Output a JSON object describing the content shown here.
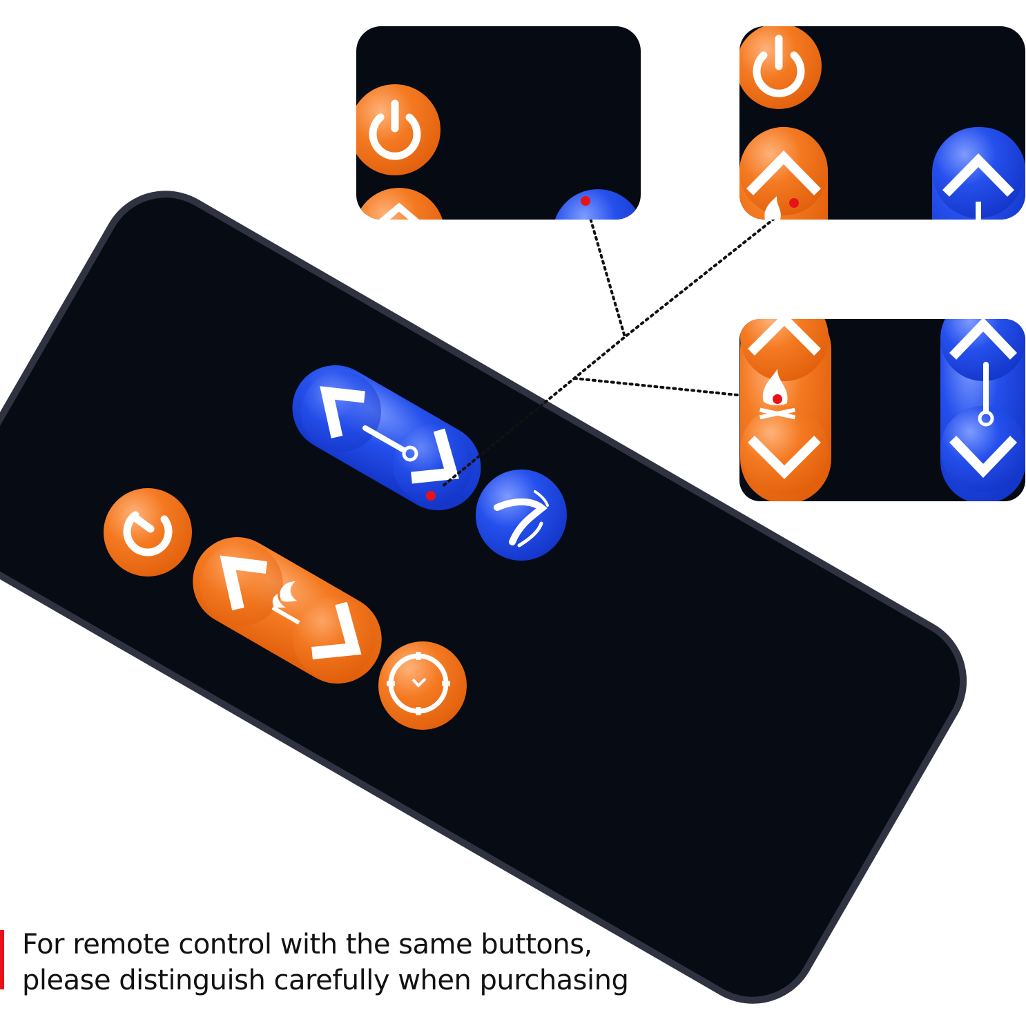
{
  "colors": {
    "remote_body": "#0a0d16",
    "remote_frame": "#2f3240",
    "orange_button": "#f26d12",
    "blue_button": "#1a44e0",
    "glyph": "#ffffff",
    "indicator_dot": "#e8121a",
    "leader_line": "#111111",
    "caption_text": "#111111",
    "caption_bar": "#e8121a"
  },
  "remote": {
    "buttons": [
      {
        "name": "power-button",
        "color": "orange",
        "icon": "power-icon"
      },
      {
        "name": "flame-adjust-pill",
        "color": "orange",
        "icon": "flame-icon"
      },
      {
        "name": "flame-left-arrow",
        "color": "orange",
        "icon": "chevron-left-icon"
      },
      {
        "name": "flame-right-arrow",
        "color": "orange",
        "icon": "chevron-right-icon"
      },
      {
        "name": "timer-button",
        "color": "orange",
        "icon": "timer-icon"
      },
      {
        "name": "heat-adjust-pill",
        "color": "blue",
        "icon": "thermometer-icon"
      },
      {
        "name": "heat-left-arrow",
        "color": "blue",
        "icon": "chevron-left-icon"
      },
      {
        "name": "heat-right-arrow",
        "color": "blue",
        "icon": "chevron-right-icon"
      },
      {
        "name": "fan-heat-button",
        "color": "blue",
        "icon": "fan-heat-icon"
      }
    ]
  },
  "zoom_panels": [
    {
      "name": "zoom-panel-power",
      "shows": [
        "power-icon",
        "chevron-up-icon",
        "indicator-dot"
      ]
    },
    {
      "name": "zoom-panel-up",
      "shows": [
        "power-icon",
        "chevron-up-icon",
        "flame-icon",
        "indicator-dot"
      ]
    },
    {
      "name": "zoom-panel-flame-heat",
      "shows": [
        "chevron-up-icon",
        "flame-icon",
        "chevron-down-icon",
        "thermometer-icon",
        "indicator-dot"
      ]
    }
  ],
  "caption": {
    "line1": "For remote control with the same buttons,",
    "line2": "please distinguish carefully when purchasing"
  }
}
